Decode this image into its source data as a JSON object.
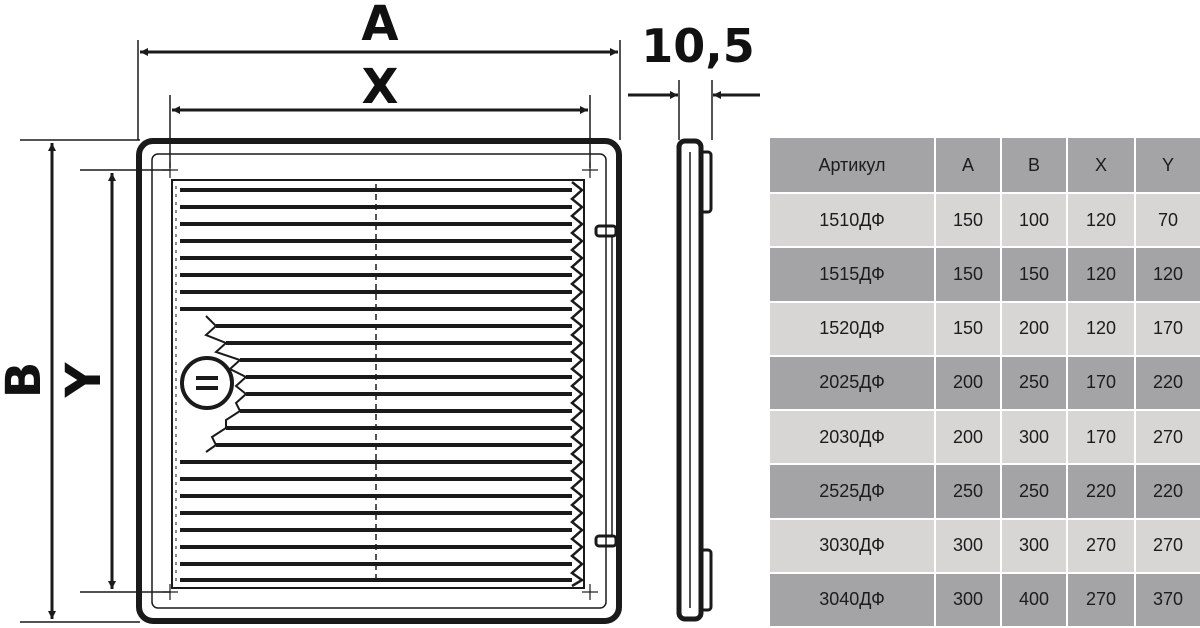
{
  "dimensions": {
    "width_outer": "A",
    "width_inner": "X",
    "height_outer": "B",
    "height_inner": "Y",
    "depth": "10,5"
  },
  "table": {
    "headers": [
      "Артикул",
      "A",
      "B",
      "X",
      "Y"
    ],
    "rows": [
      [
        "1510ДФ",
        "150",
        "100",
        "120",
        "70"
      ],
      [
        "1515ДФ",
        "150",
        "150",
        "120",
        "120"
      ],
      [
        "1520ДФ",
        "150",
        "200",
        "120",
        "170"
      ],
      [
        "2025ДФ",
        "200",
        "250",
        "170",
        "220"
      ],
      [
        "2030ДФ",
        "200",
        "300",
        "170",
        "270"
      ],
      [
        "2525ДФ",
        "250",
        "250",
        "220",
        "220"
      ],
      [
        "3030ДФ",
        "300",
        "300",
        "270",
        "270"
      ],
      [
        "3040ДФ",
        "300",
        "400",
        "270",
        "370"
      ]
    ]
  },
  "colors": {
    "line": "#1a1a1a",
    "row_dark": "#a4a4a6",
    "row_light": "#d8d6d4"
  }
}
